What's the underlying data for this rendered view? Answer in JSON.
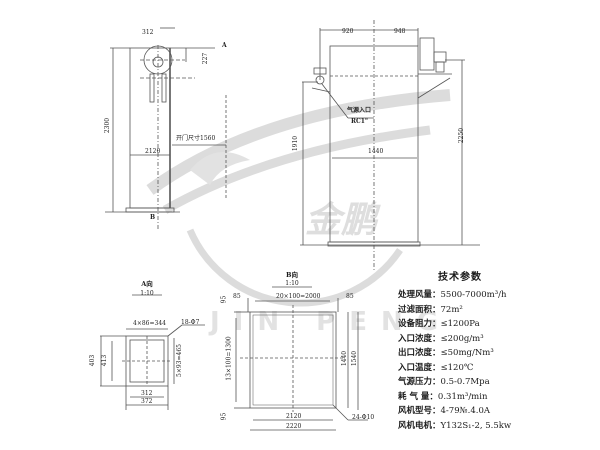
{
  "watermark": {
    "brand_cn": "金鹏",
    "brand_en": "JIN PENG",
    "color": "#d8d8d8"
  },
  "drawing": {
    "line_color": "#555555",
    "side_view": {
      "dim_fan_width": "312",
      "dim_outlet_offset": "227",
      "dim_height": "2300",
      "dim_door_size": "开门尺寸1560",
      "dim_width": "2120",
      "section_a": "A",
      "section_b": "B"
    },
    "front_view": {
      "dim_left": "920",
      "dim_right": "948",
      "dim_height_left": "1910",
      "dim_height_right": "2250",
      "dim_width": "1440",
      "air_inlet_label": "气源入口",
      "air_inlet_size": "RC1\""
    },
    "view_a": {
      "title": "A向",
      "scale": "1:10",
      "dim_top": "4×86=344",
      "dim_holes": "18-Φ7",
      "dim_outer_h": "403",
      "dim_inner_h": "413",
      "dim_side": "5×93=465",
      "dim_inner_w": "312",
      "dim_outer_w": "372"
    },
    "view_b": {
      "title": "B向",
      "scale": "1:10",
      "dim_left_margin": "85",
      "dim_top": "20×100=2000",
      "dim_right_margin": "85",
      "dim_top_margin": "95",
      "dim_left_side": "13×100=1300",
      "dim_bottom_margin": "95",
      "dim_inner_h": "1440",
      "dim_outer_h": "1540",
      "dim_inner_w": "2120",
      "dim_outer_w": "2220",
      "dim_holes": "24-Φ10"
    }
  },
  "tech_params": {
    "title": "技术参数",
    "rows": [
      {
        "key": "处理风量：",
        "value": "5500-7000m³/h"
      },
      {
        "key": "过滤面积：",
        "value": "72m²"
      },
      {
        "key": "设备阻力：",
        "value": "≤1200Pa"
      },
      {
        "key": "入口浓度：",
        "value": "≤200g/m³"
      },
      {
        "key": "出口浓度：",
        "value": "≤50mg/Nm³"
      },
      {
        "key": "入口温度：",
        "value": "≤120℃"
      },
      {
        "key": "气源压力：",
        "value": "0.5-0.7Mpa"
      },
      {
        "key": "耗 气 量：",
        "value": "0.31m³/min"
      },
      {
        "key": "风机型号：",
        "value": "4-79№.4.0A"
      },
      {
        "key": "风机电机：",
        "value": "Y132S₁-2, 5.5kw"
      }
    ]
  }
}
